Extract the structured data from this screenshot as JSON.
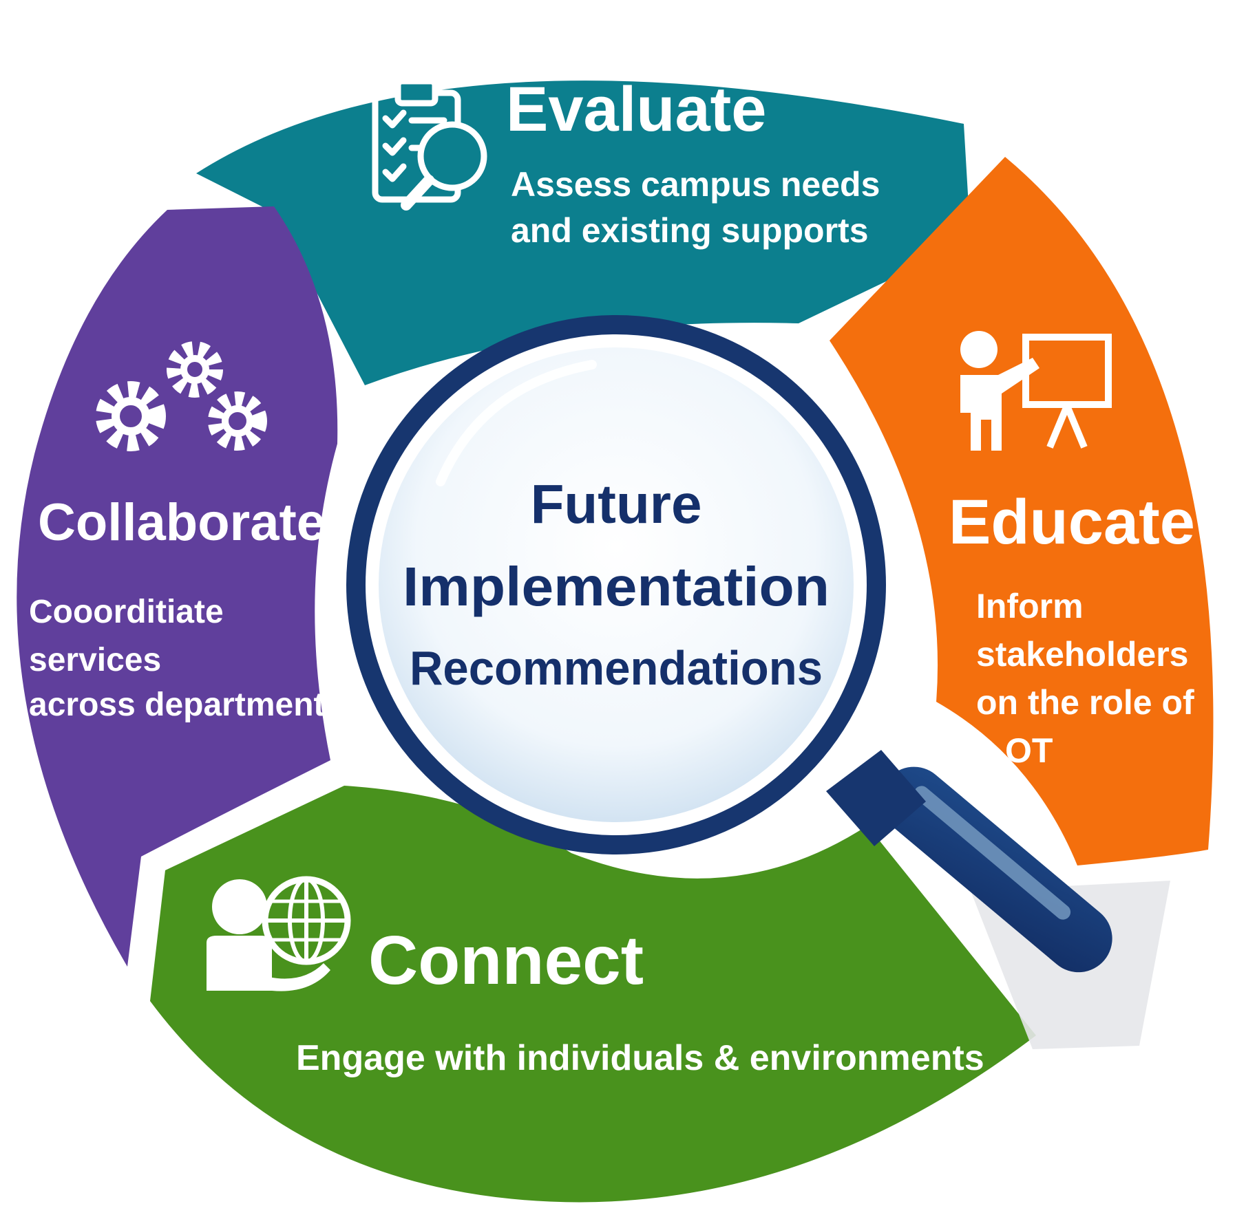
{
  "colors": {
    "evaluate": "#0c7f8e",
    "educate": "#f46f0d",
    "connect": "#49921d",
    "collaborate": "#603f9c",
    "center_text": "#15306b",
    "magnifier_ring": "#17366f",
    "lens": "#eef5fb"
  },
  "center": {
    "line1": "Future",
    "line2": "Implementation",
    "line3": "Recommendations"
  },
  "segments": {
    "evaluate": {
      "icon": "clipboard-magnifier-icon",
      "title": "Evaluate",
      "desc_line1": "Assess campus needs",
      "desc_line2": "and existing supports"
    },
    "educate": {
      "icon": "teacher-whiteboard-icon",
      "title": "Educate",
      "desc_line1": "Inform",
      "desc_line2": "stakeholders",
      "desc_line3": "on the role of",
      "desc_line4": "OT"
    },
    "connect": {
      "icon": "person-globe-icon",
      "title": "Connect",
      "desc_line1": "Engage with individuals & environments"
    },
    "collaborate": {
      "icon": "gears-icon",
      "title": "Collaborate",
      "desc_line1": "Cooorditiate",
      "desc_line2": "services",
      "desc_line3": "across departments"
    }
  }
}
